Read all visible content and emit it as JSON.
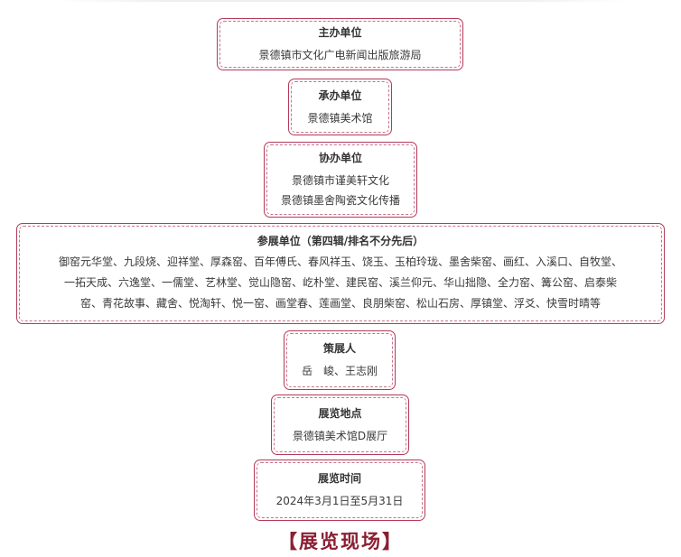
{
  "sections": {
    "host": {
      "title": "主办单位",
      "lines": [
        "景德镇市文化广电新闻出版旅游局"
      ]
    },
    "organizer": {
      "title": "承办单位",
      "lines": [
        "景德镇美术馆"
      ]
    },
    "co_organizer": {
      "title": "协办单位",
      "lines": [
        "景德镇市谨美轩文化",
        "景德镇墨舍陶瓷文化传播"
      ]
    },
    "participants": {
      "title": "参展单位（第四辑/排名不分先后）",
      "lines": [
        "御窑元华堂、九段烧、迎祥堂、厚森窑、百年傅氏、春风祥玉、饶玉、玉柏玲珑、墨舍柴窑、画红、入溪口、自牧堂、",
        "一拓天成、六逸堂、一儒堂、艺林堂、觉山隐窑、屹朴堂、建民窑、溪兰仰元、华山拙隐、全力窑、篝公窑、启泰柴",
        "窑、青花故事、藏舍、悦淘轩、悦一窑、画堂春、莲画堂、良朋柴窑、松山石房、厚镇堂、浮爻、快雪时晴等"
      ]
    },
    "curator": {
      "title": "策展人",
      "lines": [
        "岳　峻、王志刚"
      ]
    },
    "venue": {
      "title": "展览地点",
      "lines": [
        "景德镇美术馆D展厅"
      ]
    },
    "dates": {
      "title": "展览时间",
      "lines": [
        "2024年3月1日至5月31日"
      ]
    }
  },
  "footer": {
    "heading": "【展览现场】"
  },
  "colors": {
    "border": "#b33a5a",
    "dashed": "#c9738a",
    "heading": "#8b1f33"
  }
}
